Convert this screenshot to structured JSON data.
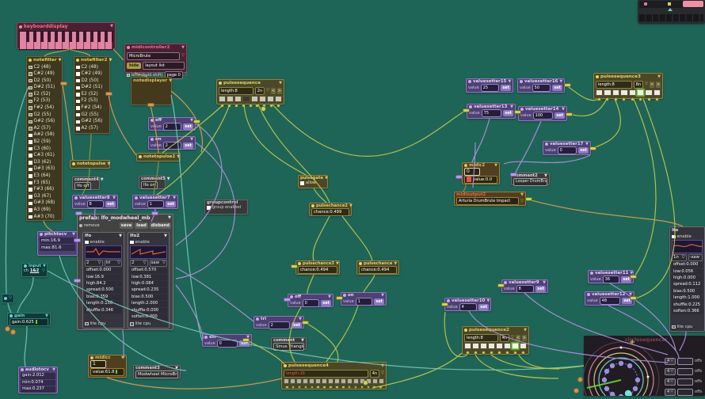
{
  "colors": {
    "background": "#1f6557",
    "cable_teal": "#72c3b4",
    "cable_purple": "#a98fd8",
    "cable_yellow": "#b9c44e",
    "cable_orange": "#cf9c54",
    "active_step_green": "#76d046",
    "accent_red": "#e8554a"
  },
  "labels": {
    "value": "value",
    "set": "set",
    "enable": "enable",
    "lite_cpu": "lite cpu",
    "allow": "allow",
    "remove": "remove",
    "save": "save",
    "load": "load",
    "disband": "disband",
    "group_enabled": "group enabled"
  },
  "keyboarddisplay": {
    "title": "keyboarddisplay"
  },
  "midicontroller2": {
    "title": "midicontroller2",
    "device": "MicroBrute",
    "hide": "hide",
    "layout": "layout list",
    "bind": "bind (hold shift)",
    "page": "page 0"
  },
  "notedisplayer": {
    "title": "notedisplayer"
  },
  "notetopulse": {
    "title": "notetopulse"
  },
  "notetopulse2": {
    "title": "notetopulse2"
  },
  "groupcontrol": {
    "title": "groupcontrol"
  },
  "pulsegate": {
    "title": "pulsegate"
  },
  "pulsechance": {
    "title": "pulsechance",
    "chance": "chance:0.494"
  },
  "pulsechance2": {
    "title": "pulsechance2",
    "chance": "chance:0.499"
  },
  "pulsechance3": {
    "title": "pulsechance3",
    "chance": "chance:0.494"
  },
  "notefilter": {
    "title": "notefilter",
    "items": [
      {
        "label": "C2 (48)",
        "on": false
      },
      {
        "label": "C#2 (49)",
        "on": false
      },
      {
        "label": "D2 (50)",
        "on": false
      },
      {
        "label": "D#2 (51)",
        "on": false
      },
      {
        "label": "E2 (52)",
        "on": false
      },
      {
        "label": "F2 (53)",
        "on": false
      },
      {
        "label": "F#2 (54)",
        "on": false
      },
      {
        "label": "G2 (55)",
        "on": false
      },
      {
        "label": "G#2 (56)",
        "on": false
      },
      {
        "label": "A2 (57)",
        "on": false
      },
      {
        "label": "A#2 (58)",
        "on": true
      },
      {
        "label": "B2 (59)",
        "on": true
      },
      {
        "label": "C3 (60)",
        "on": true
      },
      {
        "label": "C#3 (61)",
        "on": true
      },
      {
        "label": "D3 (62)",
        "on": true
      },
      {
        "label": "D#3 (63)",
        "on": true
      },
      {
        "label": "E3 (64)",
        "on": true
      },
      {
        "label": "F3 (65)",
        "on": true
      },
      {
        "label": "F#3 (66)",
        "on": true
      },
      {
        "label": "G3 (67)",
        "on": true
      },
      {
        "label": "G#3 (68)",
        "on": true
      },
      {
        "label": "A3 (69)",
        "on": true
      },
      {
        "label": "A#3 (70)",
        "on": true
      }
    ]
  },
  "notefilter2": {
    "title": "notefilter2",
    "items": [
      {
        "label": "C2 (48)",
        "on": true
      },
      {
        "label": "C#2 (49)",
        "on": true
      },
      {
        "label": "D2 (50)",
        "on": true
      },
      {
        "label": "D#2 (51)",
        "on": true
      },
      {
        "label": "E2 (52)",
        "on": true
      },
      {
        "label": "F2 (53)",
        "on": true
      },
      {
        "label": "F#2 (54)",
        "on": true
      },
      {
        "label": "G2 (55)",
        "on": true
      },
      {
        "label": "G#2 (56)",
        "on": true
      },
      {
        "label": "A2 (57)",
        "on": true
      }
    ]
  },
  "comments": {
    "c1": {
      "title": "comment",
      "text": "Sinus Triangle"
    },
    "c2": {
      "title": "comment2",
      "text": "Looper DrumBrute"
    },
    "c3": {
      "title": "comment3",
      "text": "Modwheel MicroBrute"
    },
    "c4": {
      "title": "comment4",
      "text": "lfo off"
    },
    "c5": {
      "title": "comment5",
      "text": "lfo on"
    }
  },
  "vs": {
    "v7": {
      "title": "valuesetter7",
      "value": "1"
    },
    "v8": {
      "title": "valuesetter8",
      "value": "8"
    },
    "v9": {
      "title": "valuesetter9",
      "value": "8"
    },
    "v10": {
      "title": "valuesetter10",
      "value": "4"
    },
    "v11": {
      "title": "valuesetter11",
      "value": "36"
    },
    "v12": {
      "title": "valuesetter12",
      "value": "48"
    },
    "v13": {
      "title": "valuesetter13",
      "value": "75"
    },
    "v14": {
      "title": "valuesetter14",
      "value": "100"
    },
    "v15": {
      "title": "valuesetter15",
      "value": "25"
    },
    "v16": {
      "title": "valuesetter16",
      "value": "50"
    },
    "v17": {
      "title": "valuesetter17",
      "value": "0"
    }
  },
  "io": {
    "off1": {
      "title": "off",
      "value": "2"
    },
    "on1": {
      "title": "on",
      "value": "2"
    },
    "off2": {
      "title": "off",
      "value": "0"
    },
    "on2": {
      "title": "on",
      "value": "1"
    },
    "tri": {
      "title": "tri",
      "value": "2"
    },
    "sin": {
      "title": "sin",
      "value": "0"
    }
  },
  "prefab": {
    "title": "prefab: lfo_modwheel_mb",
    "lfo": {
      "name": "lfo",
      "rate": "2",
      "wave": "tri",
      "rows": [
        "offset:0.000",
        "low:16.9",
        "high:84.2",
        "spread:0.500",
        "bias:0.359",
        "length:0.156",
        "shuffle:0.346"
      ]
    },
    "lfo2": {
      "name": "lfo2",
      "rate": "2",
      "wave": "saw",
      "rows": [
        "offset:0.570",
        "low:0.381",
        "high:0.084",
        "spread:0.235",
        "bias:0.500",
        "length:2.000",
        "shuffle:0.000",
        "soften:0.000"
      ]
    }
  },
  "lfo_right": {
    "name": "lfo",
    "rate": "1n",
    "wave": "-saw",
    "rows": [
      "offset:0.000",
      "low:0.056",
      "high:0.000",
      "spread:0.112",
      "bias:0.500",
      "length:1.000",
      "shuffle:0.225",
      "soften:0.366"
    ]
  },
  "pitchtocv": {
    "title": "pitchtocv",
    "rows": [
      "min:16.9",
      "max:81.6"
    ]
  },
  "input": {
    "title": "input",
    "ch": "ch",
    "chval": "1&2"
  },
  "gain": {
    "title": "gain",
    "row": "gain:0.625"
  },
  "audiotocv": {
    "title": "audiotocv",
    "rows": [
      "gain:2.012",
      "min:0.074",
      "max:0.237"
    ]
  },
  "midicc": {
    "title": "midicc",
    "field": "1",
    "value": "value:61.8"
  },
  "midic2": {
    "title": "midic2",
    "field": "0",
    "value": "value:0.0"
  },
  "midioutput2": {
    "title": "midioutput2",
    "device": "Arturia DrumBrute Impact"
  },
  "seq": {
    "ps": {
      "title": "pulsesequence",
      "length": "length:8",
      "div": "2n",
      "cells": [
        "n",
        "n",
        "n",
        "d",
        "n",
        "n",
        "n",
        "n"
      ],
      "dots": [
        "n",
        "n",
        "n",
        "n",
        "n",
        "n",
        "n",
        "n",
        "n"
      ]
    },
    "ps2": {
      "title": "pulsesequence2",
      "length": "length:8",
      "div": "4n",
      "cells": [
        "n",
        "n",
        "n",
        "n",
        "n",
        "n",
        "a",
        "n"
      ],
      "dots": [
        "n",
        "n",
        "n",
        "n",
        "n",
        "n",
        "n",
        "n"
      ]
    },
    "ps3": {
      "title": "pulsesequence3",
      "length": "length:8",
      "div": "8n",
      "cells": [
        "n",
        "n",
        "n",
        "n",
        "n",
        "a",
        "n",
        "n"
      ],
      "dots": [
        "n",
        "n",
        "n",
        "n",
        "n",
        "n",
        "n",
        "n"
      ]
    },
    "ps4": {
      "title": "pulsesequence4",
      "length": "length:16",
      "div": "4n",
      "cells": [
        "n",
        "n",
        "n",
        "n",
        "n",
        "n",
        "n",
        "n",
        "n",
        "n",
        "n",
        "n",
        "n",
        "n",
        "n",
        "n"
      ],
      "dots": [
        "n",
        "n",
        "n",
        "n",
        "n",
        "n",
        "n",
        "n",
        "n",
        "n",
        "n",
        "n",
        "n",
        "n",
        "n",
        "n"
      ]
    }
  },
  "circleseq": {
    "title": "circlesequencer",
    "rows": [
      {
        "sel": "4",
        "val": "",
        "lbl": "offs"
      },
      {
        "sel": "4",
        "val": "",
        "lbl": "offs"
      },
      {
        "sel": "4",
        "val": "",
        "lbl": "offs"
      },
      {
        "sel": "4",
        "val": "",
        "lbl": "offs"
      }
    ]
  }
}
